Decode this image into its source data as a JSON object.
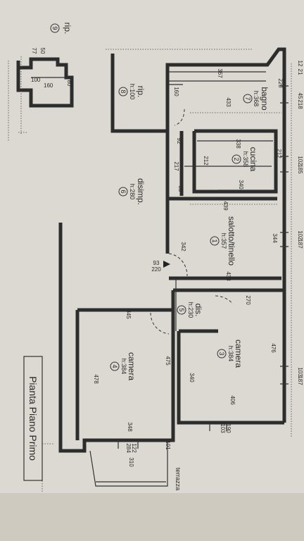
{
  "plan": {
    "title": "Pianta Piano Primo",
    "rooms": [
      {
        "id": "bagno",
        "name": "bagno",
        "height": "h:368",
        "number": "7"
      },
      {
        "id": "rip8",
        "name": "rip.",
        "height": "h:100",
        "number": "8"
      },
      {
        "id": "cucina",
        "name": "cucina",
        "height": "h:358",
        "number": "2"
      },
      {
        "id": "disimp",
        "name": "disimp.",
        "height": "h:280",
        "number": "6"
      },
      {
        "id": "salotto",
        "name": "salotto/tinello",
        "height": "h:357",
        "number": "1"
      },
      {
        "id": "dis",
        "name": "dis.",
        "height": "h:230",
        "number": "5"
      },
      {
        "id": "camera3",
        "name": "camera",
        "height": "h:384",
        "number": "3"
      },
      {
        "id": "camera4",
        "name": "camera",
        "height": "h:384",
        "number": "4"
      },
      {
        "id": "rip9",
        "name": "rip.",
        "height": "",
        "number": "9"
      }
    ],
    "terrace_label": "terrazza",
    "dimensions": {
      "d367": "367",
      "d433": "433",
      "d160a": "160",
      "d220": "220",
      "d12_21_top": "12",
      "d12_21_bot": "21",
      "d45": "45",
      "d218": "218",
      "d338": "338",
      "d212a": "212",
      "d212b": "212",
      "d92": "92",
      "d217": "217",
      "d88": "88",
      "d340": "340",
      "d102a": "102",
      "d185": "185",
      "d439": "439",
      "d344": "344",
      "d102b": "102",
      "d187": "187",
      "d342": "342",
      "d93": "93",
      "d220b": "220",
      "d438": "438",
      "d270": "270",
      "d345": "345",
      "d475": "475",
      "d476": "476",
      "d103a": "103",
      "d187b": "187",
      "d478": "478",
      "d340b": "340",
      "d406": "406",
      "d103b": "103",
      "d190": "190",
      "d348": "348",
      "d122": "122",
      "d284": "284",
      "d101": "101",
      "d310": "310",
      "d50": "50",
      "d77": "77",
      "d100": "100",
      "d160b": "160",
      "d80": "80"
    }
  }
}
